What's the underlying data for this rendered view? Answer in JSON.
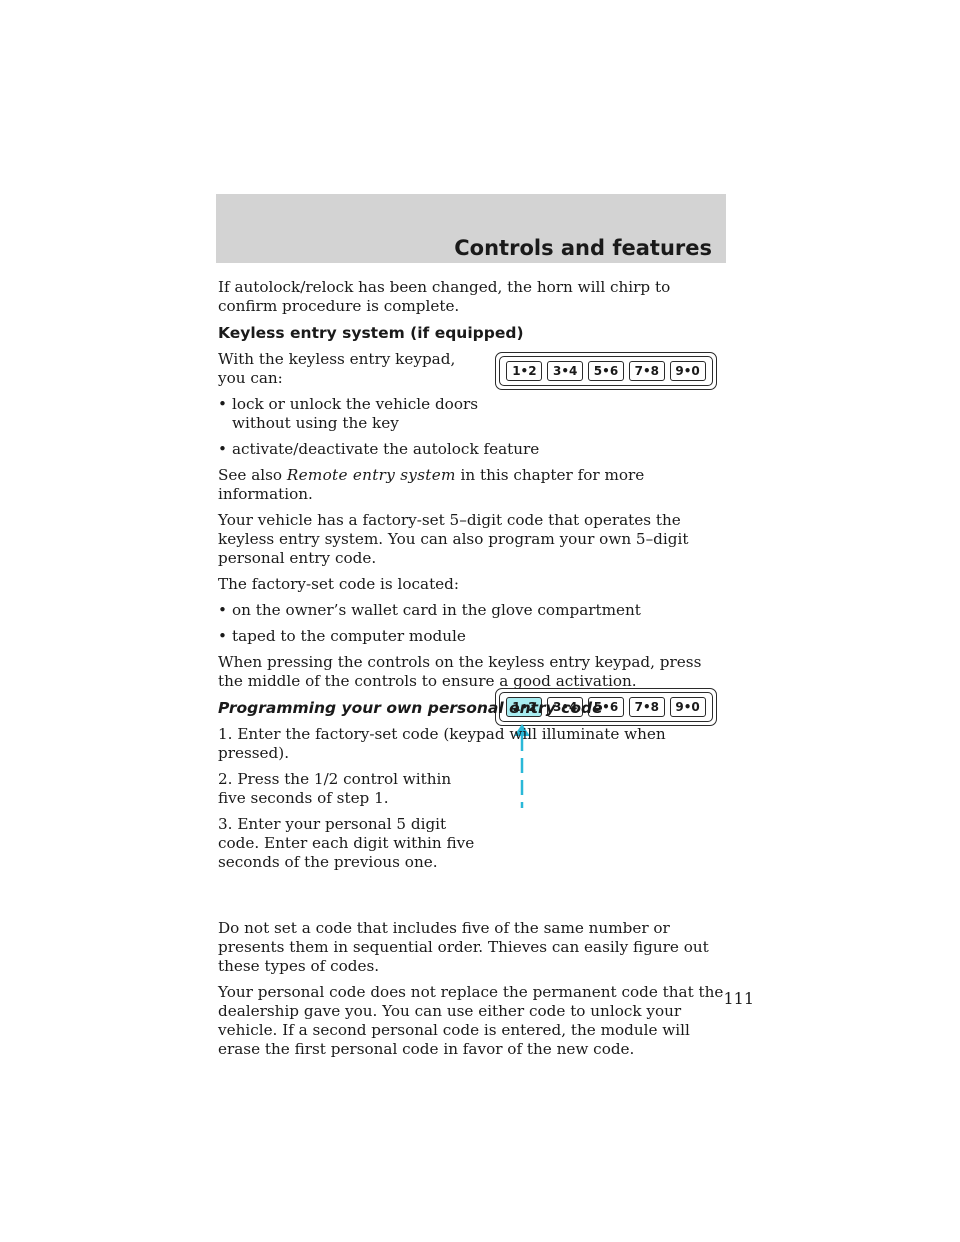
{
  "header": {
    "section_title": "Controls and features"
  },
  "intro_paragraph": "If autolock/relock has been changed, the horn will chirp to confirm procedure is complete.",
  "keyless": {
    "heading": "Keyless entry system (if equipped)",
    "intro": "With the keyless entry keypad, you can:",
    "bullets": [
      "lock or unlock the vehicle doors without using the key",
      "activate/deactivate the autolock feature"
    ],
    "see_also_prefix": "See also ",
    "see_also_ref": "Remote entry system",
    "see_also_suffix": " in this chapter for more information.",
    "factory_code_paragraph": "Your vehicle has a factory-set 5–digit code that operates the keyless entry system. You can also program your own 5–digit personal entry code.",
    "located_intro": "The factory-set code is located:",
    "located_bullets": [
      "on the owner’s wallet card in the glove compartment",
      "taped to the computer module"
    ],
    "pressing_tip": "When pressing the controls on the keyless entry keypad, press the middle of the controls to ensure a good activation."
  },
  "programming": {
    "heading": "Programming your own personal entry code",
    "step1": "1. Enter the factory-set code (keypad will illuminate when pressed).",
    "step2": "2. Press the 1/2 control within five seconds of step 1.",
    "step3": "3. Enter your personal 5 digit code. Enter each digit within five seconds of the previous one.",
    "warning": "Do not set a code that includes five of the same number or presents them in sequential order. Thieves can easily figure out these types of codes.",
    "personal_code_note": "Your personal code does not replace the permanent code that the dealership gave you. You can use either code to unlock your vehicle. If a second personal code is entered, the module will erase the first personal code in favor of the new code."
  },
  "keypad": {
    "keys": [
      "1•2",
      "3•4",
      "5•6",
      "7•8",
      "9•0"
    ],
    "highlight_color": "#a8ecf0",
    "arrow_color": "#2ab8d8"
  },
  "page_number": "111"
}
